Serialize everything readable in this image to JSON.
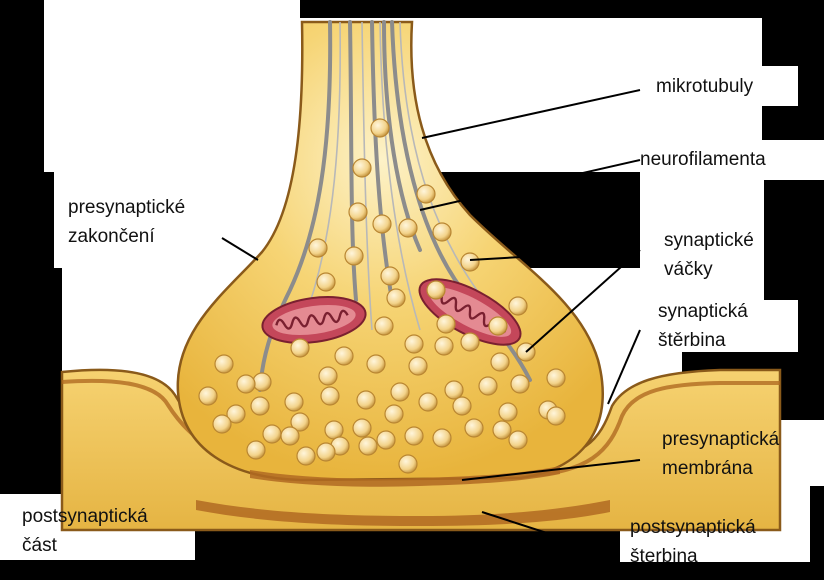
{
  "labels": {
    "mikrotubuly": "mikrotubuly",
    "neurofilamenta": "neurofilamenta",
    "presynapticke_zakonceni": [
      "presynaptické",
      "zakončení"
    ],
    "synapticke_vacky": [
      "synaptické",
      "váčky"
    ],
    "synapticka_sterbina": [
      "synaptická",
      "štěrbina"
    ],
    "presynapticka_membrana": [
      "presynaptická",
      "membrána"
    ],
    "postsynapticka_cast": [
      "postsynaptická",
      "část"
    ],
    "postsynapticka_sterbina": [
      "postsynaptická",
      "šterbina"
    ]
  },
  "colors": {
    "background": "#000000",
    "cell_fill": "#f2c452",
    "cell_light": "#fbe9a8",
    "cell_outline": "#8a5a1a",
    "vesicle": "#f7d78c",
    "microtubule": "#8c8c8c",
    "mitochondria": "#c4475a",
    "membrane_dark": "#b06a22"
  }
}
